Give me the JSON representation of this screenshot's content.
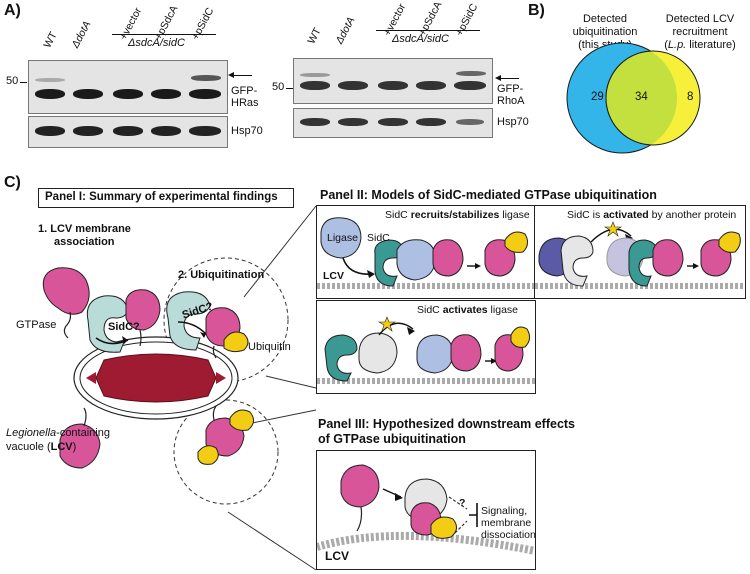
{
  "panel_labels": {
    "a": "A)",
    "b": "B)",
    "c": "C)"
  },
  "western": {
    "lanes": [
      "WT",
      "ΔdotA",
      "+vector",
      "+pSdcA",
      "+pSidC"
    ],
    "mutant_label": "ΔsdcA/sidC",
    "left": {
      "mw": "50",
      "target_line1": "GFP-",
      "target_line2": "HRas",
      "loading": "Hsp70"
    },
    "right": {
      "mw": "50",
      "target_line1": "GFP-",
      "target_line2": "RhoA",
      "loading": "Hsp70"
    }
  },
  "venn": {
    "left_title_line1": "Detected",
    "left_title_line2": "ubiquitination",
    "left_title_line3": "(this study)",
    "right_title_line1": "Detected LCV",
    "right_title_line2": "recruitment",
    "right_title_line3_pre": "(",
    "right_title_line3_italic": "L.p.",
    "right_title_line3_post": " literature)",
    "left_only": "29",
    "overlap": "34",
    "right_only": "8",
    "colors": {
      "left": "#33b5ea",
      "right": "#f6f03a",
      "overlap": "#c3e03f"
    }
  },
  "panel1": {
    "title": "Panel I: Summary of experimental findings",
    "step1_line1": "1. LCV membrane",
    "step1_line2": "association",
    "step2": "2. Ubiquitination",
    "gtpase": "GTPase",
    "sidc_q1": "SidC?",
    "sidc_q2": "SidC?",
    "ubiquitin": "Ubiquitin",
    "lcv_line1_italic": "Legionella",
    "lcv_line1_rest": "-containing",
    "lcv_line2_pre": "vacuole (",
    "lcv_line2_bold": "LCV",
    "lcv_line2_post": ")"
  },
  "panel2": {
    "title": "Panel II: Models of SidC-mediated GTPase ubiquitination",
    "box1_pre": "SidC ",
    "box1_bold": "recruits/stabilizes",
    "box1_post": " ligase",
    "box1_ligase": "Ligase",
    "box1_sidc": "SidC",
    "box1_lcv": "LCV",
    "box2_pre": "SidC is ",
    "box2_bold": "activated",
    "box2_post": " by another protein",
    "box3_pre": "SidC ",
    "box3_bold": "activates",
    "box3_post": " ligase"
  },
  "panel3": {
    "title_line1": "Panel III: Hypothesized downstream effects",
    "title_line2": "of GTPase ubiquitination",
    "question": "?",
    "effect_line1": "Signaling,",
    "effect_line2": "membrane",
    "effect_line3": "dissociation",
    "lcv": "LCV"
  },
  "colors": {
    "gtpase": "#d9559a",
    "ubiquitin": "#f2cd14",
    "sidc": "#3a9a93",
    "ligase": "#aebfe4",
    "activator": "#5a5aa6",
    "bacterium": "#9e1b32",
    "ghost": "#b9dcd8"
  }
}
